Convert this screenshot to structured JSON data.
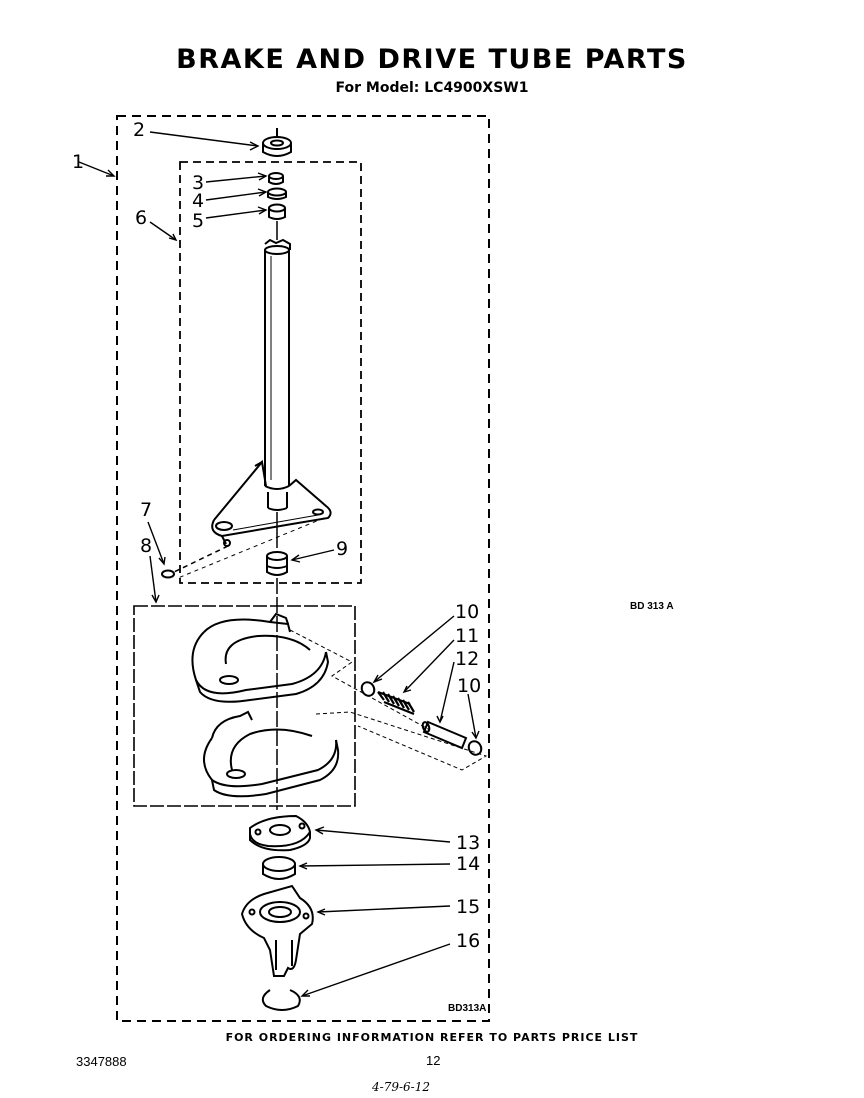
{
  "header": {
    "title": "BRAKE AND DRIVE TUBE PARTS",
    "subtitle": "For Model: LC4900XSW1"
  },
  "diagram": {
    "part_labels": [
      "1",
      "2",
      "3",
      "4",
      "5",
      "6",
      "7",
      "8",
      "9",
      "10",
      "11",
      "12",
      "10",
      "13",
      "14",
      "15",
      "16"
    ],
    "reference_code_right": "BD 313 A",
    "reference_code_inner": "BD313A"
  },
  "footer": {
    "ordering_note": "FOR ORDERING INFORMATION REFER TO PARTS PRICE LIST",
    "document_number": "3347888",
    "page_number": "12",
    "handwritten_note": "4-79-6-12"
  }
}
